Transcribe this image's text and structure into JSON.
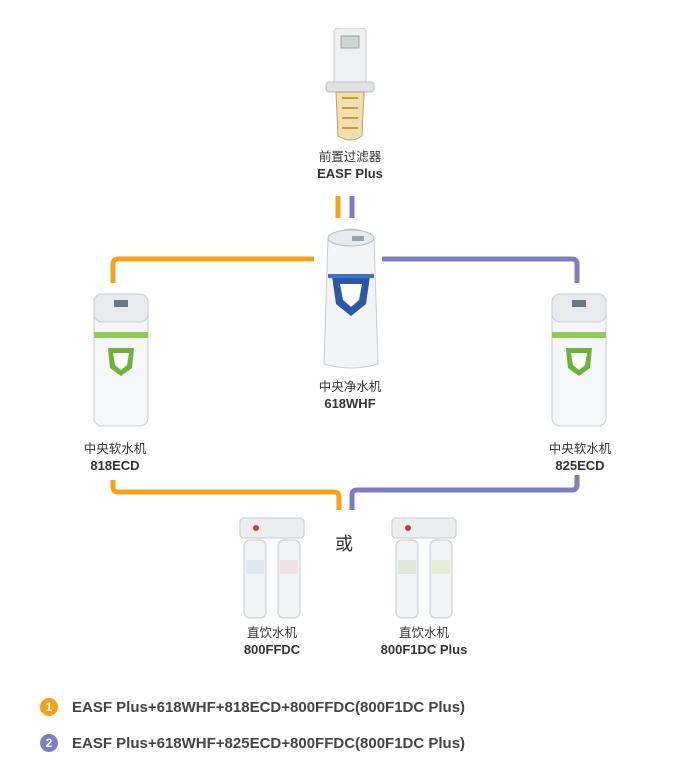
{
  "colors": {
    "orange": "#F5A21B",
    "purple": "#7B7FC0"
  },
  "prefilter": {
    "name_cn": "前置过滤器",
    "model": "EASF Plus",
    "icon": "prefilter-unit"
  },
  "purifier": {
    "name_cn": "中央净水机",
    "model": "618WHF",
    "icon": "central-purifier-unit"
  },
  "softener_left": {
    "name_cn": "中央软水机",
    "model": "818ECD",
    "icon": "water-softener-unit"
  },
  "softener_right": {
    "name_cn": "中央软水机",
    "model": "825ECD",
    "icon": "water-softener-unit"
  },
  "drinking_left": {
    "name_cn": "直饮水机",
    "model": "800FFDC",
    "icon": "drinking-filter-unit"
  },
  "drinking_right": {
    "name_cn": "直饮水机",
    "model": "800F1DC Plus",
    "icon": "drinking-filter-unit"
  },
  "or_text": "或",
  "combinations": [
    {
      "number": "1",
      "text": "EASF Plus+618WHF+818ECD+800FFDC(800F1DC Plus)",
      "color": "#F5A21B"
    },
    {
      "number": "2",
      "text": "EASF Plus+618WHF+825ECD+800FFDC(800F1DC Plus)",
      "color": "#7B7FC0"
    }
  ]
}
